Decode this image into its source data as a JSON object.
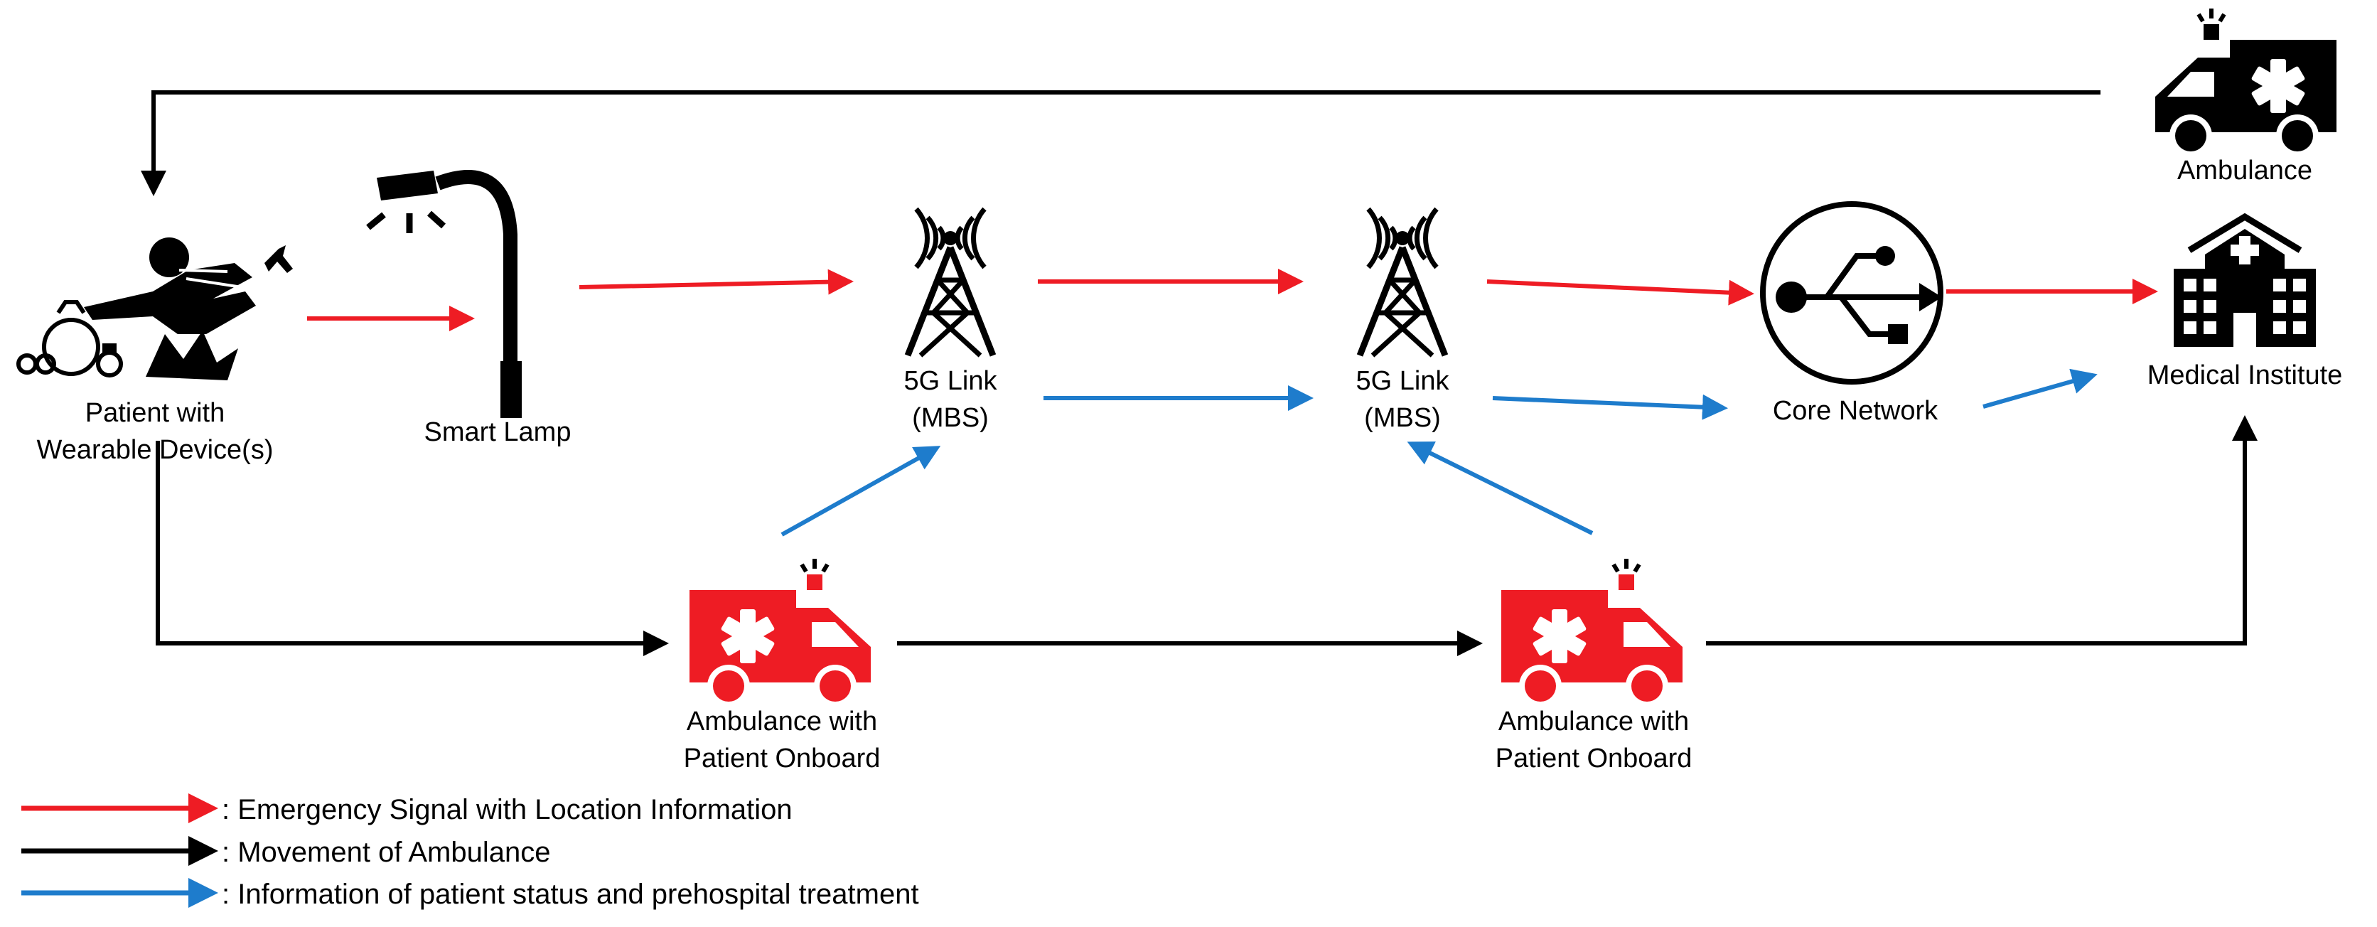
{
  "nodes": {
    "patient": {
      "label_line1": "Patient with",
      "label_line2": "Wearable Device(s)"
    },
    "lamp": {
      "label": "Smart Lamp"
    },
    "tower1": {
      "label_line1": "5G Link",
      "label_line2": "(MBS)"
    },
    "tower2": {
      "label_line1": "5G Link",
      "label_line2": "(MBS)"
    },
    "core": {
      "label": "Core Network"
    },
    "hospital": {
      "label": "Medical Institute"
    },
    "ambulance_top": {
      "label": "Ambulance"
    },
    "ambulance1": {
      "label_line1": "Ambulance with",
      "label_line2": "Patient Onboard"
    },
    "ambulance2": {
      "label_line1": "Ambulance with",
      "label_line2": "Patient Onboard"
    }
  },
  "legend": [
    {
      "color": "#ee1c24",
      "text": ": Emergency Signal with Location Information"
    },
    {
      "color": "#000000",
      "text": ": Movement of Ambulance"
    },
    {
      "color": "#1e7ccc",
      "text": ": Information of patient status and prehospital treatment"
    }
  ],
  "colors": {
    "red": "#ee1c24",
    "blue": "#1e7ccc",
    "black": "#000000"
  },
  "icons": [
    "patient-falling-icon",
    "wearables-icon",
    "street-lamp-icon",
    "cell-tower-icon",
    "usb-core-network-icon",
    "hospital-icon",
    "ambulance-icon"
  ]
}
